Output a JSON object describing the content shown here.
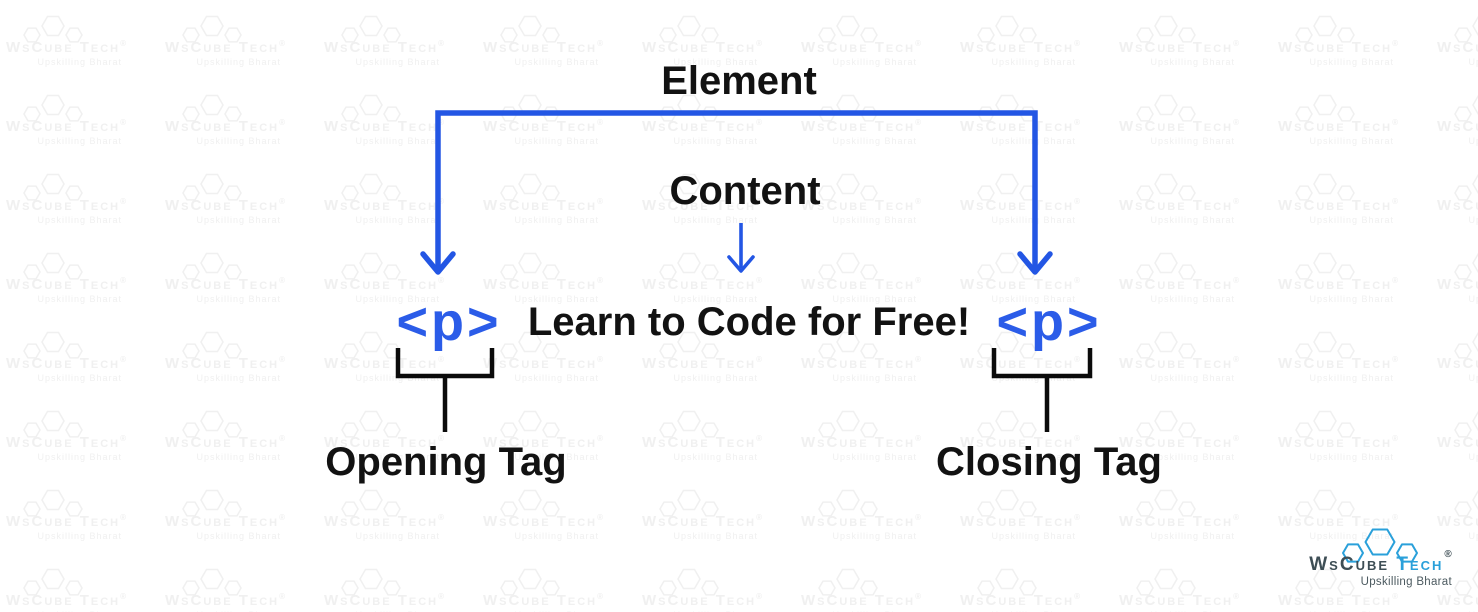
{
  "diagram": {
    "element_label": "Element",
    "content_label": "Content",
    "opening_tag_code": "<p>",
    "content_text": "Learn to Code for Free!",
    "closing_tag_code": "<p>",
    "opening_tag_label": "Opening Tag",
    "closing_tag_label": "Closing Tag"
  },
  "colors": {
    "arrow_blue": "#2356e4",
    "tag_blue": "#2b5ce8",
    "text_black": "#121212",
    "bracket_black": "#0b0b0b"
  },
  "watermark": {
    "brand": "WsCube Tech",
    "reg": "®",
    "tagline": "Upskilling Bharat",
    "color": "#f0f0f0"
  },
  "logo": {
    "brand_part1": "WsCube",
    "brand_part2": "Tech",
    "reg": "®",
    "tagline": "Upskilling Bharat",
    "hex_color": "#2aa0da",
    "dark_color": "#3e4e55"
  }
}
